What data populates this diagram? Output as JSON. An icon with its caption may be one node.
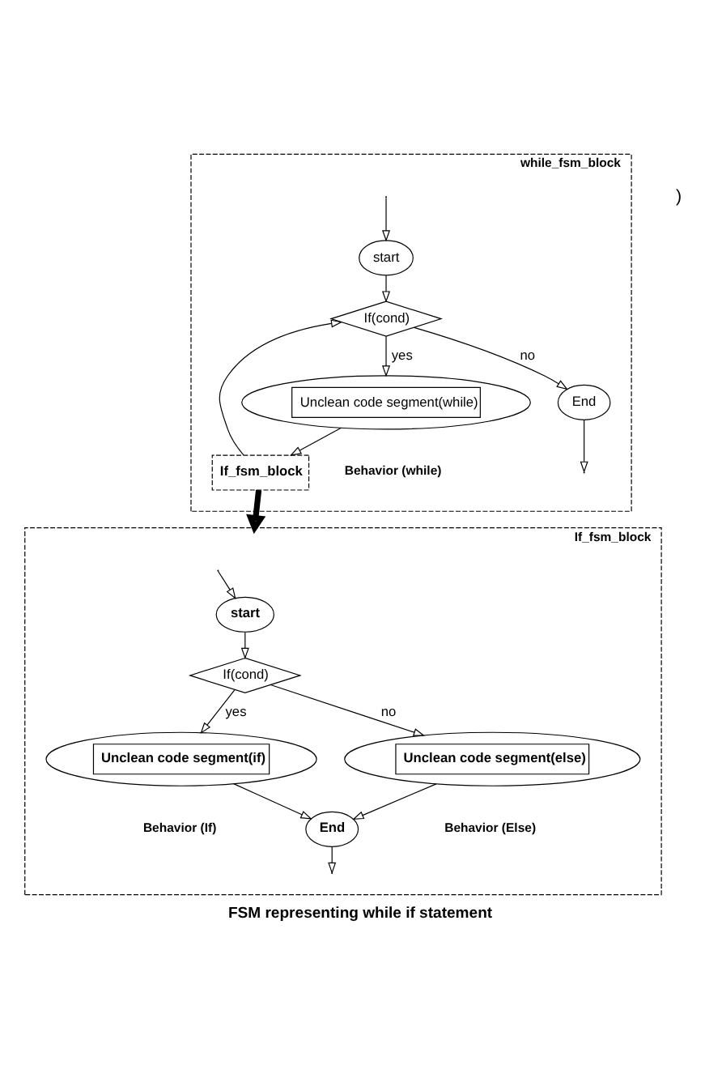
{
  "diagram": {
    "caption": "FSM representing while if statement",
    "nodes": [
      {
        "text": [
          "while_fsm_block"
        ]
      },
      {
        "text": [
          "start"
        ],
        "in": 0
      },
      {
        "text": [
          "If_fsm_block"
        ],
        "in": 0
      },
      {
        "text": [
          "If(cond)"
        ],
        "in": 0
      },
      {
        "text": [
          "Unclean code segment(while)"
        ],
        "beside": [
          "Behavior (while)"
        ],
        "in": 0
      },
      {
        "text": [
          "End"
        ],
        "in": 0
      },
      {
        "text": [
          "If_fsm_block"
        ]
      },
      {
        "text": [
          "start"
        ],
        "in": 6
      },
      {
        "text": [
          "If(cond)"
        ],
        "in": 6
      },
      {
        "text": [
          "Unclean code segment(if)"
        ],
        "beside": [
          "Behavior (If)"
        ],
        "in": 6
      },
      {
        "text": [
          "Unclean code segment(else)"
        ],
        "beside": [
          "Behavior (Else)"
        ],
        "in": 6
      },
      {
        "text": [
          "End"
        ],
        "in": 6
      }
    ],
    "edges": [
      {
        "from": null,
        "to": 1,
        "arrow": "to"
      },
      {
        "from": 1,
        "to": 3,
        "arrow": "to"
      },
      {
        "from": 2,
        "to": 3,
        "arrow": "to"
      },
      {
        "from": 3,
        "to": 4,
        "label": "yes",
        "arrow": "to"
      },
      {
        "from": 3,
        "to": 5,
        "label": "no",
        "arrow": "to"
      },
      {
        "from": 4,
        "to": 2,
        "arrow": "to"
      },
      {
        "from": 5,
        "to": null,
        "arrow": "to"
      },
      {
        "from": 2,
        "to": 6,
        "arrow": "to",
        "style": "thick"
      },
      {
        "from": null,
        "to": 7,
        "arrow": "to"
      },
      {
        "from": 7,
        "to": 8,
        "arrow": "to"
      },
      {
        "from": 8,
        "to": 9,
        "label": "yes",
        "arrow": "to"
      },
      {
        "from": 8,
        "to": 10,
        "label": "no",
        "arrow": "to"
      },
      {
        "from": 9,
        "to": 11,
        "arrow": "to"
      },
      {
        "from": 10,
        "to": 11,
        "arrow": "to"
      },
      {
        "from": 11,
        "to": null,
        "arrow": "to"
      }
    ],
    "labels": [
      ")"
    ]
  }
}
